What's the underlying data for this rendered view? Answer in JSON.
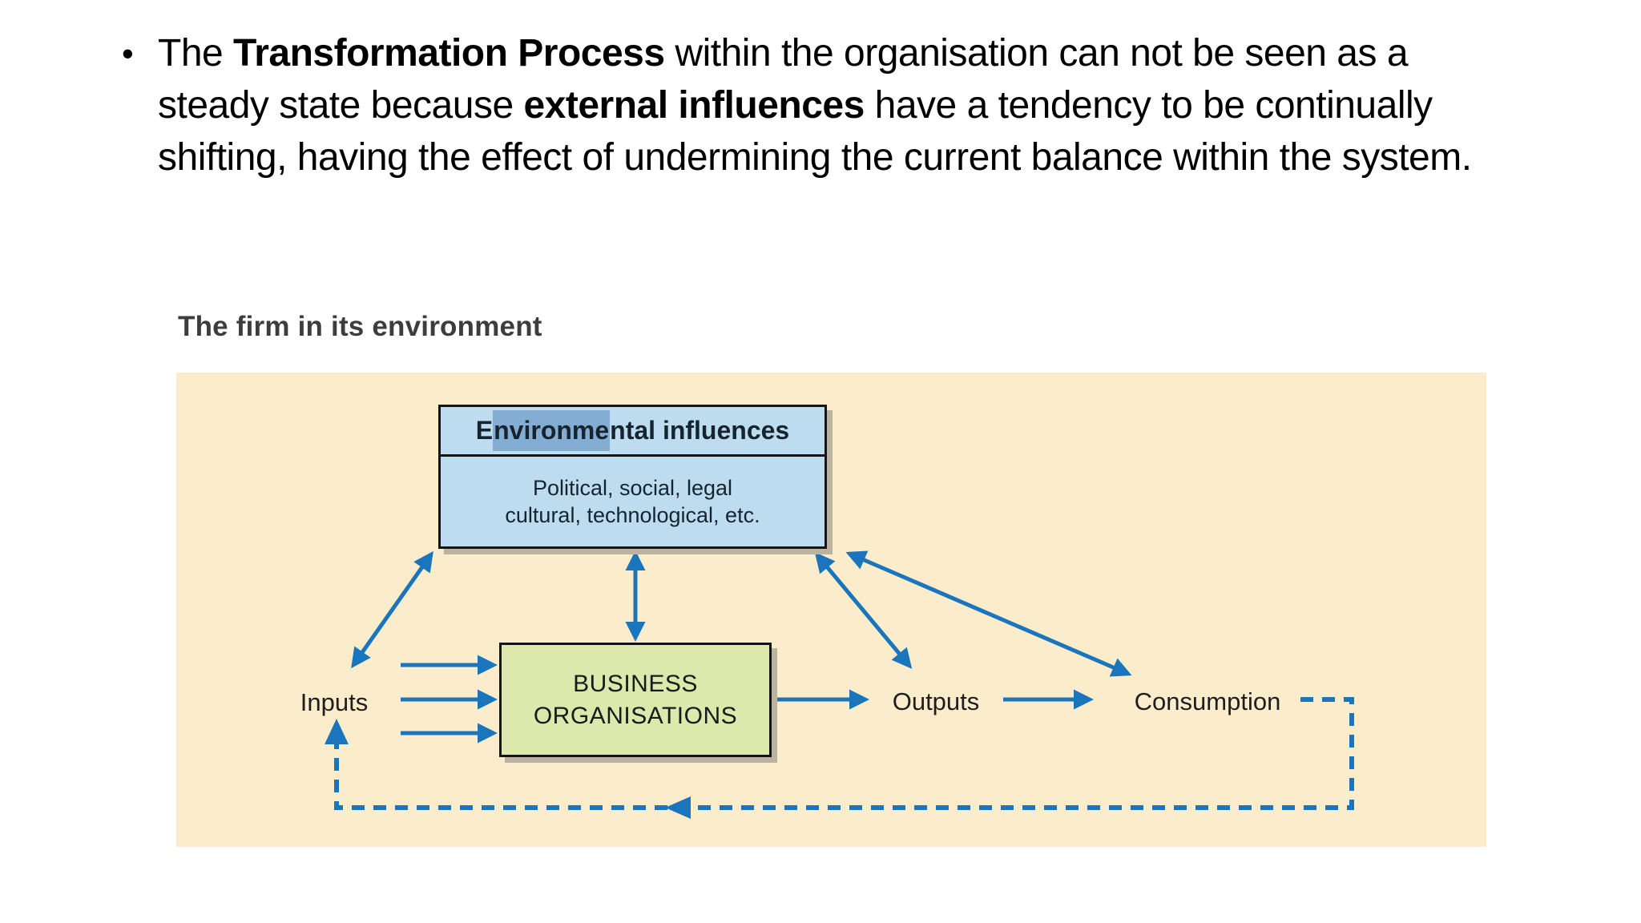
{
  "slide": {
    "bullet": {
      "marker": "•",
      "t1": "The ",
      "b1": "Transformation Process",
      "t2": " within the organisation can not be seen as a steady state because ",
      "b2": "external influences",
      "t3": " have a tendency to be continually shifting, having the effect of undermining the current balance within the system."
    },
    "caption": "The firm in its environment"
  },
  "diagram": {
    "env_box": {
      "title_prefix": "E",
      "title_highlight": "nvironme",
      "title_suffix": "ntal influences",
      "body_line1": "Political, social, legal",
      "body_line2": "cultural, technological, etc."
    },
    "business_box": {
      "line1": "BUSINESS",
      "line2": "ORGANISATIONS"
    },
    "labels": {
      "inputs": "Inputs",
      "outputs": "Outputs",
      "consumption": "Consumption"
    },
    "colors": {
      "panel_bg": "#FBEDCB",
      "env_fill": "#BEDCF0",
      "env_highlight": "#84ADD3",
      "business_fill": "#DCE8AC",
      "arrow_blue": "#1B75BC",
      "text_dark": "#16242F",
      "caption_gray": "#3D3D3D",
      "shadow": "#BBB3A0"
    }
  }
}
